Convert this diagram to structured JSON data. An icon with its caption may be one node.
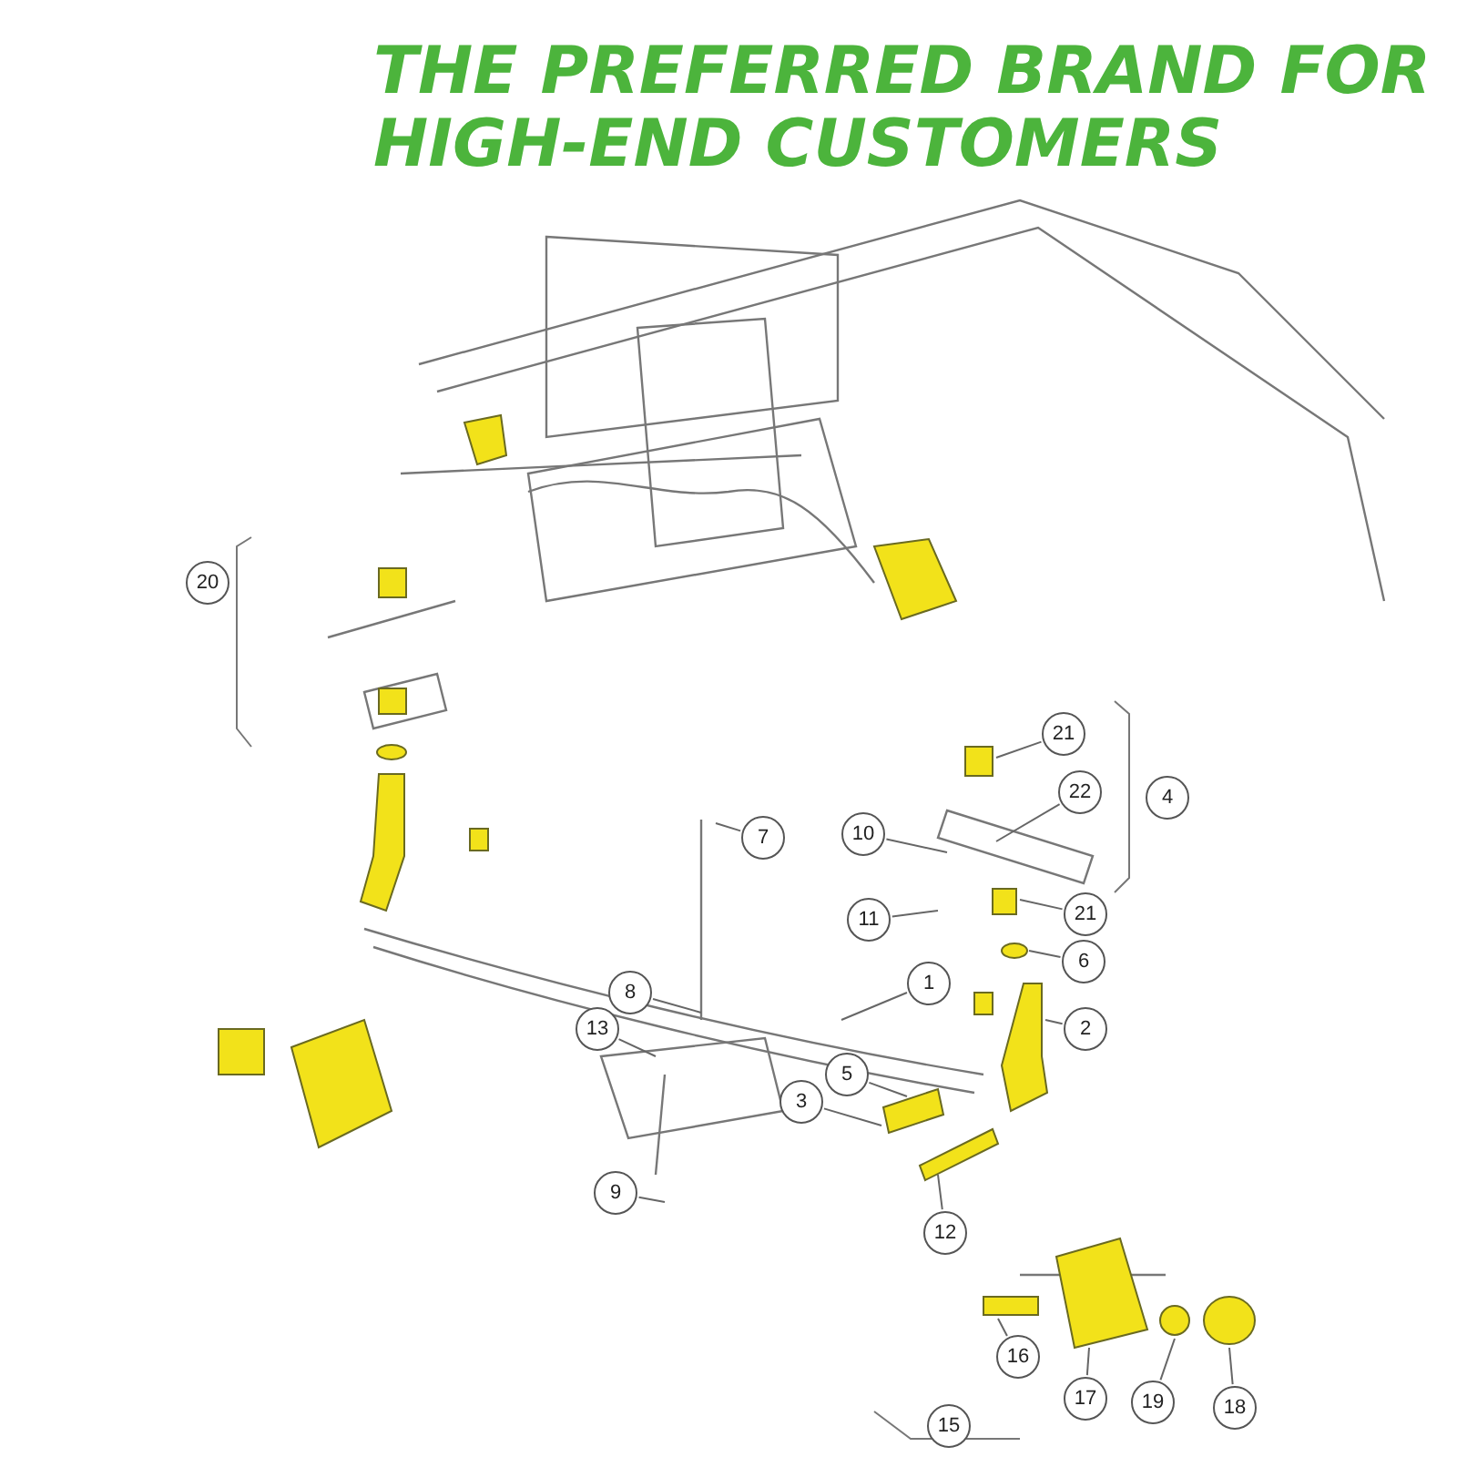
{
  "diagram": {
    "title": "THE PREFERRED BRAND FOR HIGH-END CUSTOMERS",
    "nodes": [
      {
        "text": [
          "20"
        ]
      },
      {
        "text": [
          "21"
        ]
      },
      {
        "text": [
          "4"
        ]
      },
      {
        "text": [
          "22"
        ]
      },
      {
        "text": [
          "7"
        ]
      },
      {
        "text": [
          "10"
        ]
      },
      {
        "text": [
          "11"
        ]
      },
      {
        "text": [
          "21"
        ]
      },
      {
        "text": [
          "6"
        ]
      },
      {
        "text": [
          "1"
        ]
      },
      {
        "text": [
          "8"
        ]
      },
      {
        "text": [
          "2"
        ]
      },
      {
        "text": [
          "13"
        ]
      },
      {
        "text": [
          "5"
        ]
      },
      {
        "text": [
          "3"
        ]
      },
      {
        "text": [
          "9"
        ]
      },
      {
        "text": [
          "12"
        ]
      },
      {
        "text": [
          "16"
        ]
      },
      {
        "text": [
          "17"
        ]
      },
      {
        "text": [
          "19"
        ]
      },
      {
        "text": [
          "18"
        ]
      },
      {
        "text": [
          "15"
        ]
      }
    ],
    "edges": [
      {
        "from": 1,
        "to": null,
        "arrow": "none"
      },
      {
        "from": 3,
        "to": null,
        "arrow": "none"
      },
      {
        "from": 4,
        "to": null,
        "arrow": "none"
      },
      {
        "from": 5,
        "to": null,
        "arrow": "none"
      },
      {
        "from": 6,
        "to": null,
        "arrow": "none"
      },
      {
        "from": 7,
        "to": null,
        "arrow": "none"
      },
      {
        "from": 8,
        "to": null,
        "arrow": "none"
      },
      {
        "from": 9,
        "to": null,
        "arrow": "none"
      },
      {
        "from": 10,
        "to": null,
        "arrow": "none"
      },
      {
        "from": 11,
        "to": null,
        "arrow": "none"
      },
      {
        "from": 12,
        "to": null,
        "arrow": "none"
      },
      {
        "from": 13,
        "to": null,
        "arrow": "none"
      },
      {
        "from": 14,
        "to": null,
        "arrow": "none"
      },
      {
        "from": 15,
        "to": null,
        "arrow": "none"
      },
      {
        "from": 16,
        "to": null,
        "arrow": "none"
      },
      {
        "from": 17,
        "to": null,
        "arrow": "none"
      },
      {
        "from": 18,
        "to": null,
        "arrow": "none"
      },
      {
        "from": 19,
        "to": null,
        "arrow": "none"
      },
      {
        "from": 20,
        "to": null,
        "arrow": "none"
      }
    ]
  }
}
